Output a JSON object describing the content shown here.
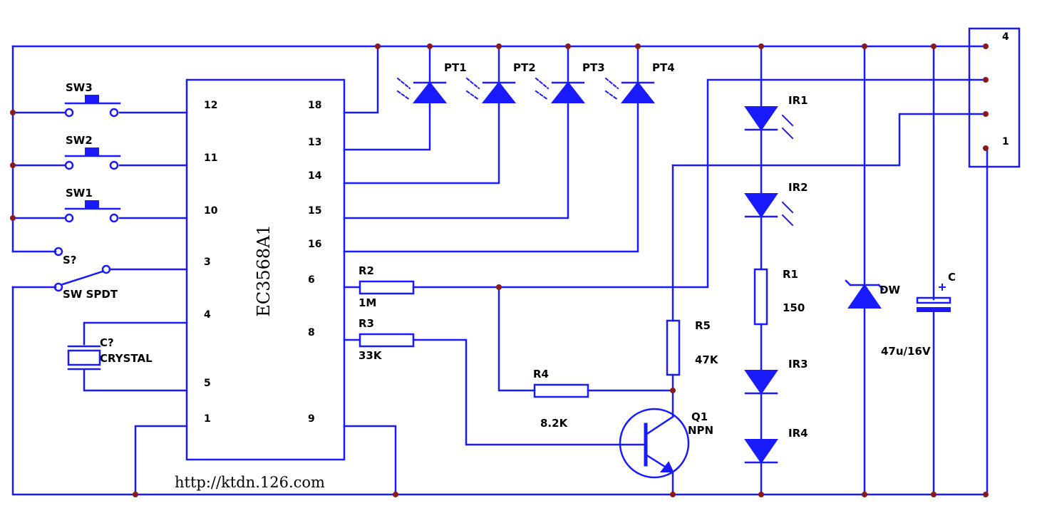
{
  "chip": {
    "name": "EC3568A1"
  },
  "pins": {
    "p12": "12",
    "p11": "11",
    "p10": "10",
    "p3": "3",
    "p4": "4",
    "p5": "5",
    "p1": "1",
    "p18": "18",
    "p13": "13",
    "p14": "14",
    "p15": "15",
    "p16": "16",
    "p6": "6",
    "p8": "8",
    "p9": "9"
  },
  "switches": {
    "sw3": "SW3",
    "sw2": "SW2",
    "sw1": "SW1",
    "s_pole": "S?",
    "spdt": "SW SPDT"
  },
  "crystal": {
    "ref": "C?",
    "name": "CRYSTAL"
  },
  "phototransistors": [
    "PT1",
    "PT2",
    "PT3",
    "PT4"
  ],
  "resistors": {
    "r2": {
      "ref": "R2",
      "value": "1M"
    },
    "r3": {
      "ref": "R3",
      "value": "33K"
    },
    "r4": {
      "ref": "R4",
      "value": "8.2K"
    },
    "r5": {
      "ref": "R5",
      "value": "47K"
    },
    "r1": {
      "ref": "R1",
      "value": "150"
    }
  },
  "transistor": {
    "ref": "Q1",
    "type": "NPN"
  },
  "ir_leds": [
    "IR1",
    "IR2",
    "IR3",
    "IR4"
  ],
  "zener": {
    "ref": "DW"
  },
  "capacitor": {
    "ref": "C",
    "value": "47u/16V"
  },
  "connector": {
    "pin_top": "4",
    "pin_bottom": "1"
  },
  "footer": {
    "url": "http://ktdn.126.com"
  },
  "colors": {
    "wire": "#1a1aff",
    "junction": "#8b1a1a",
    "text": "#000000",
    "background": "#ffffff"
  }
}
